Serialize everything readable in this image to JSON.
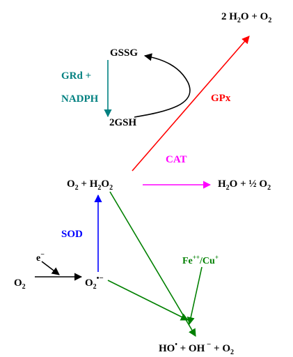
{
  "colors": {
    "black": "#000000",
    "red": "#ff0000",
    "teal": "#008080",
    "magenta": "#ff00ff",
    "blue": "#0000ff",
    "green": "#008000"
  },
  "labels": {
    "gssg": "GSSG",
    "grd_line1": "GRd +",
    "grd_line2": "NADPH",
    "gsh": "2GSH",
    "gpx": "GPx",
    "cat": "CAT",
    "sod": "SOD",
    "electron": {
      "base": "e",
      "sup": "−"
    },
    "fe_cu": {
      "fe": "Fe",
      "fe_sup": "++",
      "cu": "/Cu",
      "cu_sup": "+"
    },
    "water_o2": {
      "a": "2 H",
      "a_sub": "2",
      "b": "O  +  O",
      "b_sub": "2"
    },
    "o2_h2o2": {
      "a": "O",
      "a_sub": "2",
      "b": "  +  H",
      "b_sub": "2",
      "c": "O",
      "c_sub": "2"
    },
    "h2o_half_o2": {
      "a": "H",
      "a_sub": "2",
      "b": "O  +  ½ O",
      "b_sub": "2"
    },
    "o2_left": {
      "a": "O",
      "a_sub": "2"
    },
    "superoxide": {
      "a": "O",
      "a_sub": "2",
      "sup": "•−"
    },
    "products": {
      "a": "HO",
      "a_sup": "•",
      "b": "  +  OH",
      "b_sup": " −",
      "c": "  +  O",
      "c_sub": "2"
    }
  }
}
